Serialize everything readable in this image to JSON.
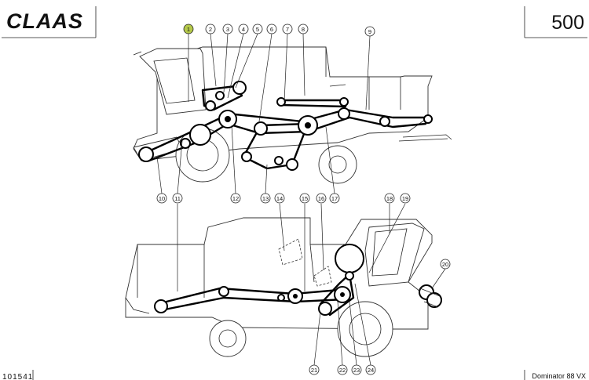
{
  "header": {
    "brand": "CLAAS",
    "page_number": "500"
  },
  "footer": {
    "drawing_number": "101541",
    "model": "Dominator 88 VX"
  },
  "colors": {
    "highlight_callout": "#b5c94a",
    "ink": "#111111"
  },
  "callouts": {
    "c1": "1",
    "c2": "2",
    "c3": "3",
    "c4": "4",
    "c5": "5",
    "c6": "6",
    "c7": "7",
    "c8": "8",
    "c9": "9",
    "c10": "10",
    "c11": "11",
    "c12": "12",
    "c13": "13",
    "c14": "14",
    "c15": "15",
    "c16": "16",
    "c17": "17",
    "c18": "18",
    "c19": "19",
    "c20": "20",
    "c21": "21",
    "c22": "22",
    "c23": "23",
    "c24": "24"
  }
}
